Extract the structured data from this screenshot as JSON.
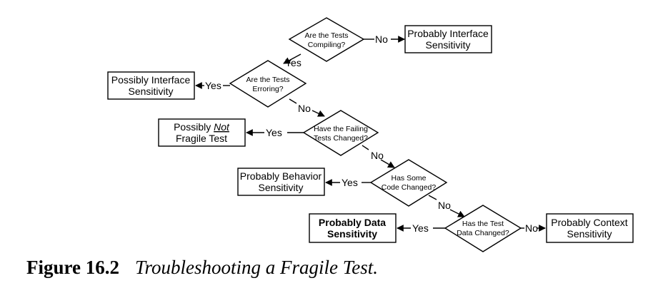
{
  "diagram": {
    "decisions": {
      "compiling": [
        "Are the Tests",
        "Compiling?"
      ],
      "erroring": [
        "Are the Tests",
        "Erroring?"
      ],
      "failing_changed": [
        "Have the Failing",
        "Tests Changed?"
      ],
      "code_changed": [
        "Has Some",
        "Code Changed?"
      ],
      "data_changed": [
        "Has the Test",
        "Data Changed?"
      ]
    },
    "outcomes": {
      "interface_probable": [
        "Probably Interface",
        "Sensitivity"
      ],
      "interface_possible": [
        "Possibly Interface",
        "Sensitivity"
      ],
      "not_fragile": {
        "line1": "Possibly",
        "line1_em": "Not",
        "line2": "Fragile Test"
      },
      "behavior": [
        "Probably Behavior",
        "Sensitivity"
      ],
      "data": [
        "Probably Data",
        "Sensitivity"
      ],
      "context": [
        "Probably Context",
        "Sensitivity"
      ]
    },
    "edge_labels": {
      "yes": "Yes",
      "no": "No"
    }
  },
  "caption": {
    "number": "Figure 16.2",
    "title": "Troubleshooting a Fragile Test."
  }
}
